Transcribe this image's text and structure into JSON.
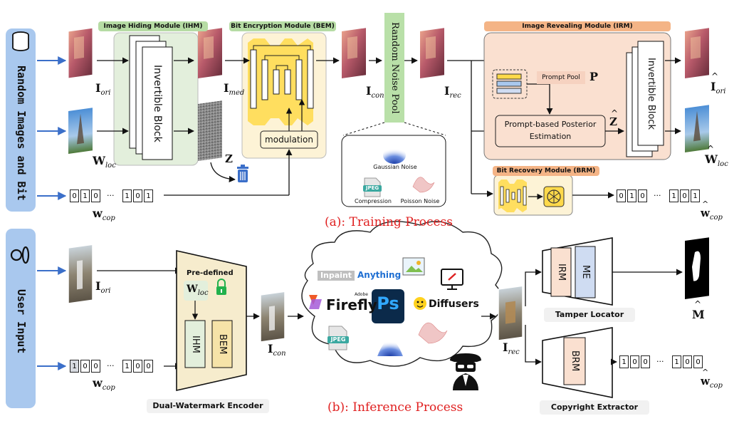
{
  "side_panels": {
    "top_label": "Random Images and Bit",
    "bottom_label": "User Input"
  },
  "modules": {
    "ihm": "Image Hiding Module (IHM)",
    "bem": "Bit Encryption Module (BEM)",
    "irm": "Image Revealing Module (IRM)",
    "brm": "Bit Recovery Module (BRM)",
    "noise_pool": "Random Noise Pool",
    "invertible_block": "Invertible Block",
    "invertible_block_2": "Invertible Block",
    "modulation": "modulation",
    "prompt_pool": "Prompt Pool",
    "posterior": "Prompt-based Posterior Estimation"
  },
  "noise_items": {
    "gaussian": "Gaussian Noise",
    "compression": "Compression",
    "poisson": "Poisson Noise",
    "jpeg": "JPEG",
    "jpeg2": "JPEG"
  },
  "symbols": {
    "I": "I",
    "W": "W",
    "w": "w",
    "Z": "Z",
    "P": "P",
    "M": "M",
    "ori": "ori",
    "med": "med",
    "con": "con",
    "rec": "rec",
    "loc": "loc",
    "cop": "cop"
  },
  "bits": {
    "train_in_a": [
      "0",
      "1",
      "0"
    ],
    "train_in_b": [
      "1",
      "0",
      "1"
    ],
    "train_out_a": [
      "0",
      "1",
      "0"
    ],
    "train_out_b": [
      "1",
      "0",
      "1"
    ],
    "inf_in_a": [
      "1",
      "0",
      "0"
    ],
    "inf_in_b": [
      "1",
      "0",
      "0"
    ],
    "inf_out_a": [
      "1",
      "0",
      "0"
    ],
    "inf_out_b": [
      "1",
      "0",
      "0"
    ],
    "ellipsis": "···"
  },
  "captions": {
    "training": "(a): Training Process",
    "inference": "(b): Inference Process"
  },
  "encoder": {
    "title": "Dual-Watermark Encoder",
    "predefined": "Pre-defined",
    "ihm": "IHM",
    "bem": "BEM"
  },
  "locator": {
    "title": "Tamper Locator",
    "irm": "IRM",
    "me": "ME"
  },
  "extractor": {
    "title": "Copyright Extractor",
    "brm": "BRM"
  },
  "tools": {
    "inpaint": "Inpaint",
    "anything": "Anything",
    "firefly": "Firefly",
    "adobe": "Adobe",
    "ps": "Ps",
    "diffusers": "Diffusers"
  },
  "colors": {
    "side_panel": "#a9c8ee",
    "arrow_blue": "#3b6fc9",
    "ihm_fill": "#e3efdc",
    "ihm_tag": "#b6dca4",
    "bem_fill": "#fdf3d6",
    "irm_fill": "#fae0d0",
    "irm_tag": "#f4b486",
    "brm_tag": "#f4b486",
    "noise_pool": "#b9e0a8",
    "encoder_fill": "#f6eccd",
    "caption_red": "#e02020"
  }
}
